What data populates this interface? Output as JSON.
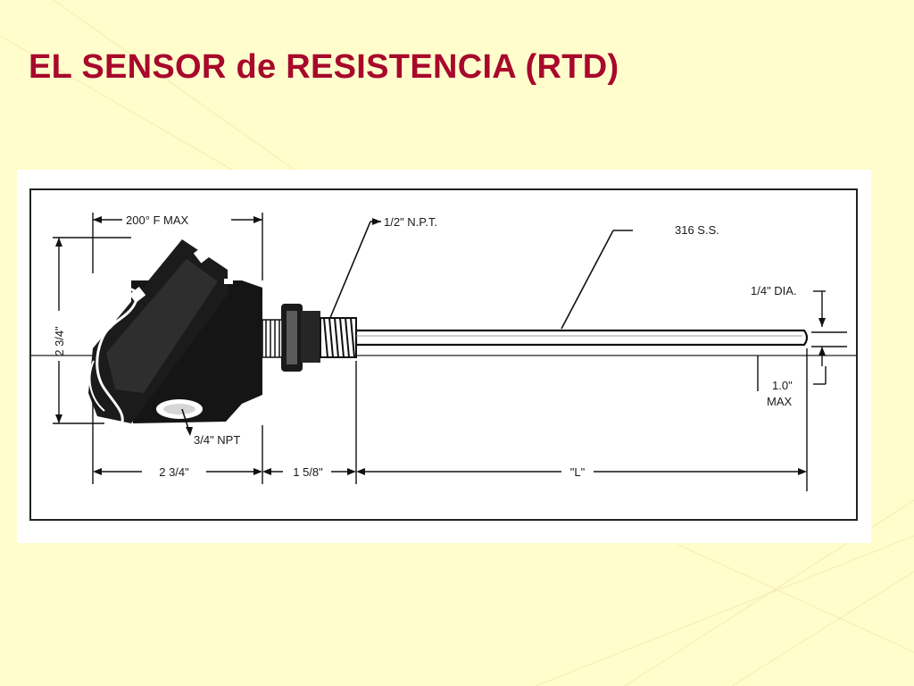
{
  "slide": {
    "title": "EL SENSOR de RESISTENCIA (RTD)",
    "title_color": "#A8082C",
    "background_color": "#FFFDCC"
  },
  "diagram": {
    "labels": {
      "max_temp": "200° F MAX",
      "head_height": "2 3/4\"",
      "thread_half": "1/2\" N.P.T.",
      "sheath_material": "316 S.S.",
      "probe_dia": "1/4\" DIA.",
      "max_1": "1.0\"",
      "max_2": "MAX",
      "conduit": "3/4\" NPT",
      "dim_head": "2 3/4\"",
      "dim_nipple": "1 5/8\"",
      "dim_length": "\"L\""
    }
  }
}
